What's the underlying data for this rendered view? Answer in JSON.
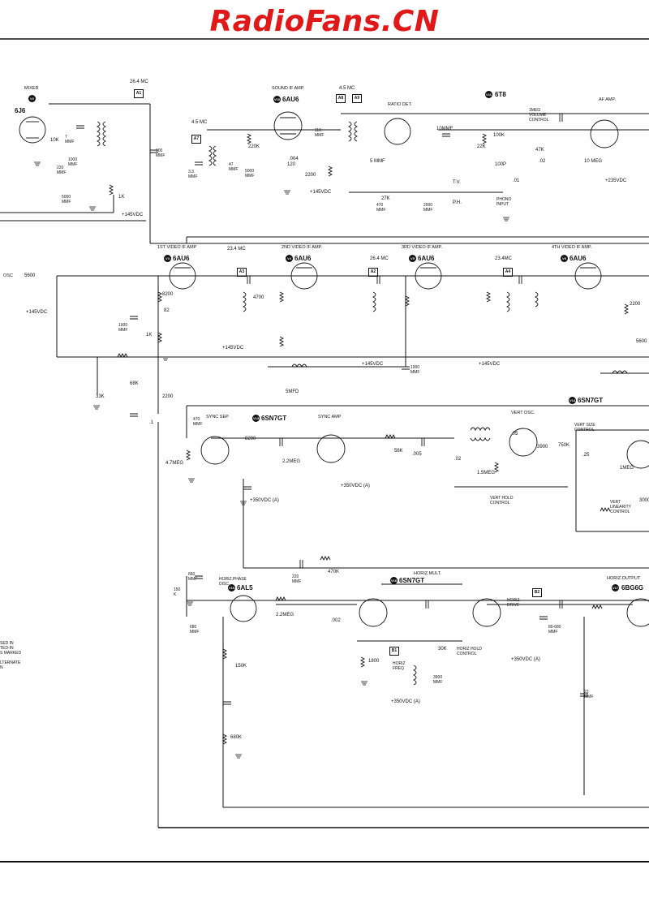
{
  "brand": "RadioFans.CN",
  "stage_labels": {
    "mixer": "MIXER",
    "sound_if_amp": "SOUND IF AMP.",
    "ratio_det": "RATIO DET.",
    "af_amp": "AF AMP.",
    "if1": "1ST VIDEO IF AMP",
    "if2": "2ND VIDEO IF AMP.",
    "if3": "3RD VIDEO IF AMP.",
    "if4": "4TH VIDEO IF AMP.",
    "osc": "OSC",
    "sync_sep": "SYNC SEP",
    "sync_amp": "SYNC AMP",
    "vert_osc": "VERT OSC.",
    "vert_size": "VERT SIZE\nCONTROL",
    "vert_hold": "VERT HOLD\nCONTROL",
    "vert_linearity": "VERT\nLINEARITY\nCONTROL",
    "horiz_phase": "HORIZ.PHASE\nDISC.",
    "horiz_mult": "HORIZ.MULT.",
    "horiz_drive": "HORIZ\nDRIVE",
    "horiz_hold": "HORIZ HOLD\nCONTROL",
    "horiz_freq": "HORIZ\nFREQ",
    "horiz_output": "HORIZ.OUTPUT",
    "volume_control": "1MEG\nVOLUME\nCONTROL",
    "tv": "T.V.",
    "ph": "P.H.",
    "phono_input": "PHONO\nINPUT"
  },
  "tubes": {
    "mixer": "6J6",
    "sound_if": "6AU6",
    "detector": "6T8",
    "if1": "6AU6",
    "if2": "6AU6",
    "if3": "6AU6",
    "if4": "6AU6",
    "sync_sep": "6SN7GT",
    "vert": "6SN7GT",
    "horiz_phase": "6AL5",
    "horiz_mult": "6SN7GT",
    "horiz_output": "6BG6G"
  },
  "tube_refs": {
    "mixer": "V2",
    "sound_if": "V10",
    "detector": "V11",
    "if1": "V3",
    "if2": "V4",
    "if3": "V5",
    "if4": "V6",
    "sync_sep": "V13",
    "vert": "V14",
    "horiz_phase": "V15",
    "horiz_mult": "V16",
    "horiz_output": "V17"
  },
  "frequencies": {
    "mixer_out": "26.4 MC",
    "sound_if": "4.5 MC",
    "ratio_det": "4.5 MC",
    "sound_in": "4.5 MC",
    "if1": "23.4 MC",
    "if2": "26.4 MC",
    "if3": "23.4MC"
  },
  "voltages": {
    "mixer": "+145VDC",
    "sound": "+145VDC",
    "af": "+235VDC",
    "if1": "+145VDC",
    "if2": "+145VDC",
    "if3": "+145VDC",
    "osc": "+145VDC",
    "sync_a": "+350VDC (A)",
    "sync_b": "+350VDC (A)",
    "horiz_mult": "+350VDC (A)",
    "horiz_freq": "+350VDC (A)"
  },
  "values": {
    "r_10k": "10K",
    "r_1k_mix": "1K",
    "c_220": "220\nMMF",
    "c_5000_mix": "5000\nMMF",
    "c_1000_mix": "1000\nMMF",
    "c_7": "7\nMMF",
    "c_100": "100\nMMF",
    "c_33": "3.3\nMMF",
    "c_47": "47\nMMF",
    "r_220k": "220K",
    "c_5000_s": "5000\nMMF",
    "c_004": ".004",
    "r_120": "120",
    "c_2200": "2200",
    "c_110": "110\nMMF",
    "c_5mmf": "5 MMF",
    "r_27k": "27K",
    "c_470": "470\nMMF",
    "c_2000": "2000\nMMF",
    "c_10mmf": "10MMF",
    "r_22k": "22K",
    "r_100k": "100K",
    "c_01": ".01",
    "c_100p": "100P",
    "r_47k": "47K",
    "c_02": ".02",
    "r_10meg": "10 MEG",
    "r_5600": "5600",
    "r_8200": "8200",
    "r_82": "82",
    "c_1000_if": "1000\nMMF",
    "r_1k": "1K",
    "r_4700": "4700",
    "r_68k": "68K",
    "r_33k": "33K",
    "c_22": "2200",
    "c_1": ".1",
    "c_5mfd": "5MFD",
    "c_1000_b": "1000\nMMF",
    "c_470_s": "470\nMMF",
    "r_47meg": "4.7MEG",
    "r_8200s": "8200",
    "r_22meg": "2.2MEG",
    "r_56k": "56K",
    "c_005": ".005",
    "c_02s": ".02",
    "r_15meg": "1.5MEG",
    "r_3900": "3900",
    "c_05": ".05",
    "r_750k": "750K",
    "c_25": ".25",
    "r_1meg": "1MEG",
    "c_680": "680\nMMF",
    "r_150k": "150K",
    "r_2200": "2200",
    "r_3000": "3000",
    "c_220b": "220\nMMF",
    "r_470k": "470K",
    "c_002": ".002",
    "r_22megb": "2.2MEG",
    "c_80": "80-680\nMMF",
    "c_22mmf": "22\nMMF",
    "r_680k": "680K",
    "c_3900": "3900\nMMF",
    "r_30k": "30K",
    "r_1800": "1800",
    "c_660": "660\nMMF",
    "r_150": "150\nK",
    "r_5600b": "5600"
  },
  "notes": "SED IN\nTED-IN\nS MARKED\n\nLTERNATE\nN",
  "colors": {
    "brand": "#e01818",
    "ink": "#111111",
    "paper": "#ffffff"
  }
}
